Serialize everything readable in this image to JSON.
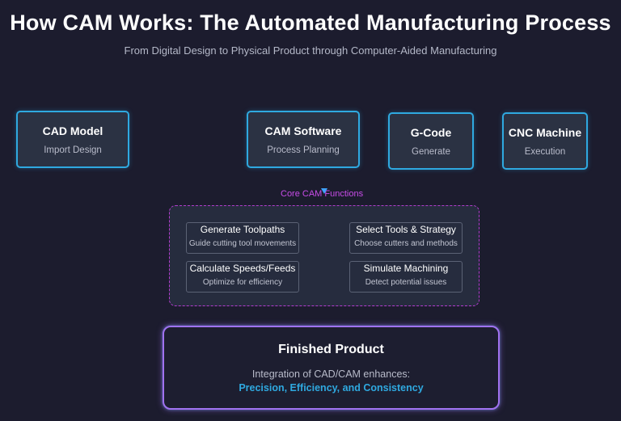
{
  "header": {
    "title": "How CAM Works: The Automated Manufacturing Process",
    "subtitle": "From Digital Design to Physical Product through Computer-Aided Manufacturing"
  },
  "steps": [
    {
      "name": "CAD Model",
      "desc": "Import Design"
    },
    {
      "name": "CAM Software",
      "desc": "Process Planning"
    },
    {
      "name": "G-Code",
      "desc": "Generate"
    },
    {
      "name": "CNC Machine",
      "desc": "Execution"
    }
  ],
  "core": {
    "label": "Core CAM Functions",
    "functions": [
      {
        "name": "Generate Toolpaths",
        "desc": "Guide cutting tool movements"
      },
      {
        "name": "Select Tools & Strategy",
        "desc": "Choose cutters and methods"
      },
      {
        "name": "Calculate Speeds/Feeds",
        "desc": "Optimize for efficiency"
      },
      {
        "name": "Simulate Machining",
        "desc": "Detect potential issues"
      }
    ]
  },
  "result": {
    "title": "Finished Product",
    "line": "Integration of CAD/CAM enhances:",
    "highlight": "Precision, Efficiency, and Consistency"
  },
  "colors": {
    "background": "#1c1c2e",
    "step_border": "#2fa9e0",
    "core_border": "#b43ccf",
    "accent_text": "#2fa9e0"
  }
}
